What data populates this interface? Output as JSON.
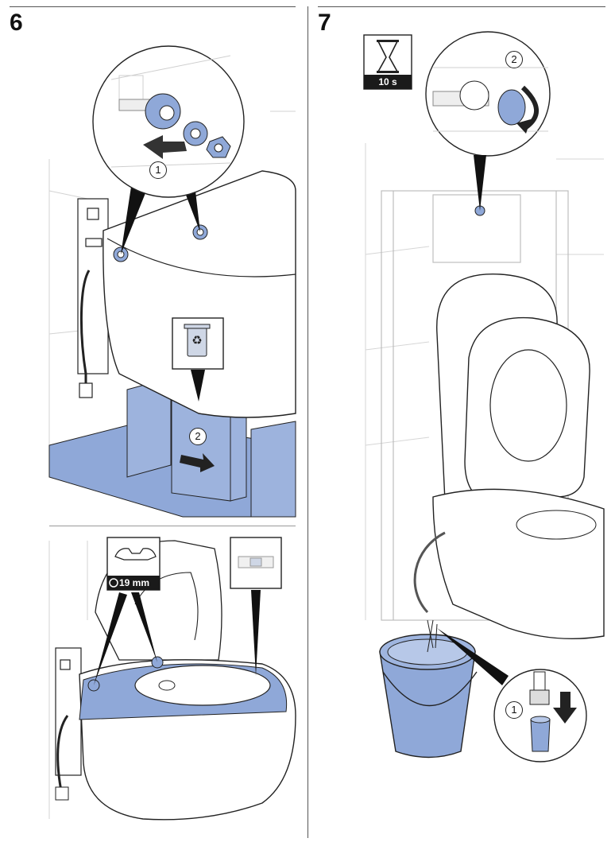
{
  "steps": [
    {
      "number": "6",
      "callouts": [
        "1",
        "2"
      ],
      "recycle_icon": "recycle-bin-icon",
      "wrench_badge": {
        "icon": "wrench-icon",
        "size_label": "19 mm"
      },
      "level_icon": "spirit-level-icon"
    },
    {
      "number": "7",
      "timer_badge": {
        "icon": "hourglass-icon",
        "label": "10 s"
      },
      "callouts": [
        "2",
        "1"
      ]
    }
  ],
  "colors": {
    "highlight_blue": "#8fa8d8",
    "line": "#222222",
    "ghost_line": "#c8c8c8",
    "badge_dark": "#1a1a1a"
  }
}
